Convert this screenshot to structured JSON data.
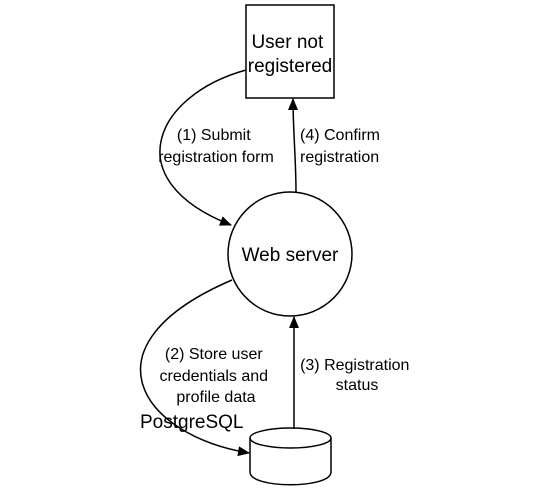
{
  "nodes": {
    "user": {
      "lines": [
        "User not",
        "registered"
      ]
    },
    "server": {
      "label": "Web server"
    },
    "database": {
      "label": "PostgreSQL"
    }
  },
  "edges": {
    "submit": {
      "lines": [
        "(1) Submit",
        "registration form"
      ]
    },
    "confirm": {
      "lines": [
        "(4) Confirm",
        "registration"
      ]
    },
    "store": {
      "lines": [
        "(2) Store user",
        "credentials and",
        "profile data"
      ]
    },
    "status": {
      "lines": [
        "(3) Registration",
        "status"
      ]
    }
  },
  "colors": {
    "stroke": "#000000",
    "fill": "#ffffff",
    "text": "#000000"
  }
}
